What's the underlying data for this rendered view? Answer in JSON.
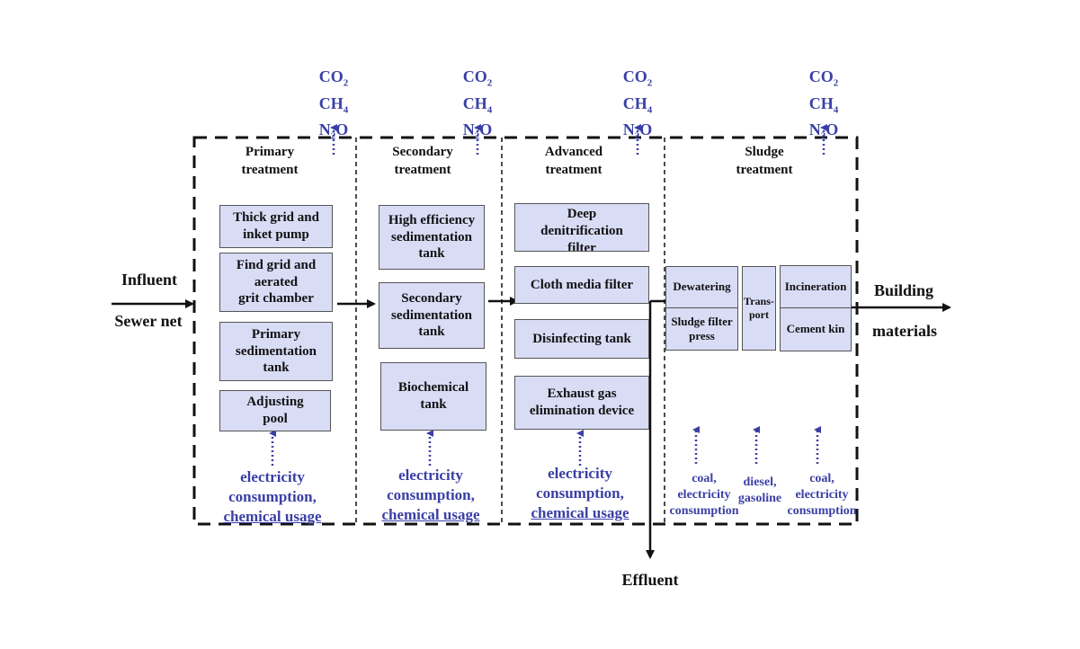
{
  "colors": {
    "box_fill": "#d9dcf5",
    "input_text": "#3a3fa5",
    "lines": "#111111"
  },
  "io": {
    "influent": "Influent",
    "sewer_net": "Sewer net",
    "effluent": "Effluent",
    "building_line1": "Building",
    "building_line2": "materials"
  },
  "gases": {
    "co2": "CO",
    "co2_sub": "2",
    "ch4": "CH",
    "ch4_sub": "4",
    "n2o_pre": "N",
    "n2o_sub": "2",
    "n2o_post": "O"
  },
  "stages": {
    "primary": {
      "title_line1": "Primary",
      "title_line2": "treatment",
      "units": [
        {
          "lines": [
            "Thick grid and",
            "inket pump"
          ]
        },
        {
          "lines": [
            "Find grid and",
            "aerated",
            "grit chamber"
          ]
        },
        {
          "lines": [
            "Primary",
            "sedimentation",
            "tank"
          ]
        },
        {
          "lines": [
            "Adjusting",
            "pool"
          ]
        }
      ],
      "inputs": [
        "electricity",
        "consumption,",
        "chemical usage"
      ]
    },
    "secondary": {
      "title_line1": "Secondary",
      "title_line2": "treatment",
      "units": [
        {
          "lines": [
            "High efficiency",
            "sedimentation",
            "tank"
          ]
        },
        {
          "lines": [
            "Secondary",
            "sedimentation",
            "tank"
          ]
        },
        {
          "lines": [
            "Biochemical",
            "tank"
          ]
        }
      ],
      "inputs": [
        "electricity",
        "consumption,",
        "chemical usage"
      ]
    },
    "advanced": {
      "title_line1": "Advanced",
      "title_line2": "treatment",
      "units": [
        {
          "lines": [
            "Deep",
            "denitrification",
            "filter"
          ]
        },
        {
          "lines": [
            "Cloth media filter"
          ]
        },
        {
          "lines": [
            "Disinfecting tank"
          ]
        },
        {
          "lines": [
            "Exhaust gas",
            "elimination device"
          ]
        }
      ],
      "inputs": [
        "electricity",
        "consumption,",
        "chemical usage"
      ]
    },
    "sludge": {
      "title_line1": "Sludge",
      "title_line2": "treatment",
      "units": {
        "dewatering": "Dewatering",
        "sludge_filter_press_1": "Sludge filter",
        "sludge_filter_press_2": "press",
        "transport_1": "Trans-",
        "transport_2": "port",
        "incineration": "Incineration",
        "cement_kiln": "Cement kin"
      },
      "inputs": {
        "coal_left": [
          "coal,",
          "electricity",
          "consumption"
        ],
        "diesel": [
          "diesel,",
          "gasoline"
        ],
        "coal_right": [
          "coal,",
          "electricity",
          "consumption"
        ]
      }
    }
  }
}
